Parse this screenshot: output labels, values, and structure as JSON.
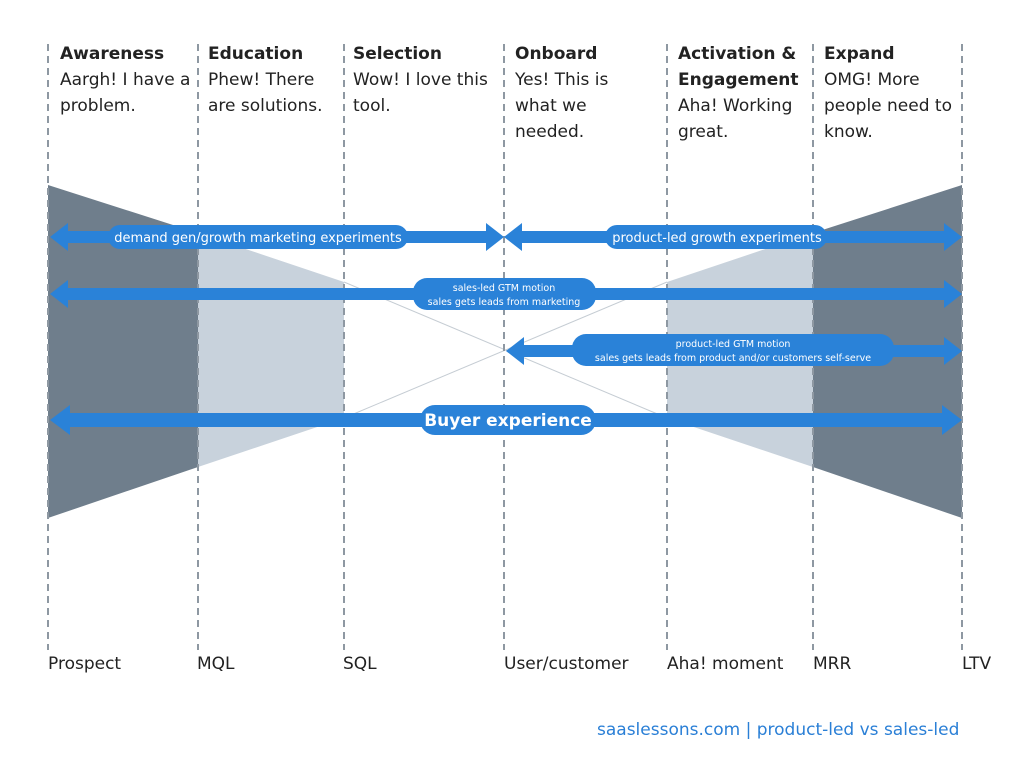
{
  "stages": [
    {
      "title": "Awareness",
      "desc": "Aargh! I have a problem."
    },
    {
      "title": "Education",
      "desc": "Phew! There are solutions."
    },
    {
      "title": "Selection",
      "desc": "Wow! I love this tool."
    },
    {
      "title": "Onboard",
      "desc": "Yes! This is what we needed."
    },
    {
      "title": "Activation & Engagement",
      "desc": "Aha! Working great."
    },
    {
      "title": "Expand",
      "desc": "OMG! More people need to know."
    }
  ],
  "milestones": [
    "Prospect",
    "MQL",
    "SQL",
    "User/customer",
    "Aha! moment",
    "MRR",
    "LTV"
  ],
  "arrows": {
    "demand_gen": "demand gen/growth marketing experiments",
    "plg_experiments": "product-led growth experiments",
    "sales_led_title": "sales-led GTM motion",
    "sales_led_sub": "sales gets leads from marketing",
    "product_led_title": "product-led GTM motion",
    "product_led_sub": "sales gets leads from product and/or customers self-serve",
    "buyer": "Buyer experience"
  },
  "footer": "saaslessons.com | product-led vs sales-led",
  "colors": {
    "arrow": "#2a82d8",
    "dark_fill": "#6f7e8c",
    "light_fill": "#c8d2dc",
    "divider": "#8e98a2",
    "footer": "#2a7fd6"
  }
}
